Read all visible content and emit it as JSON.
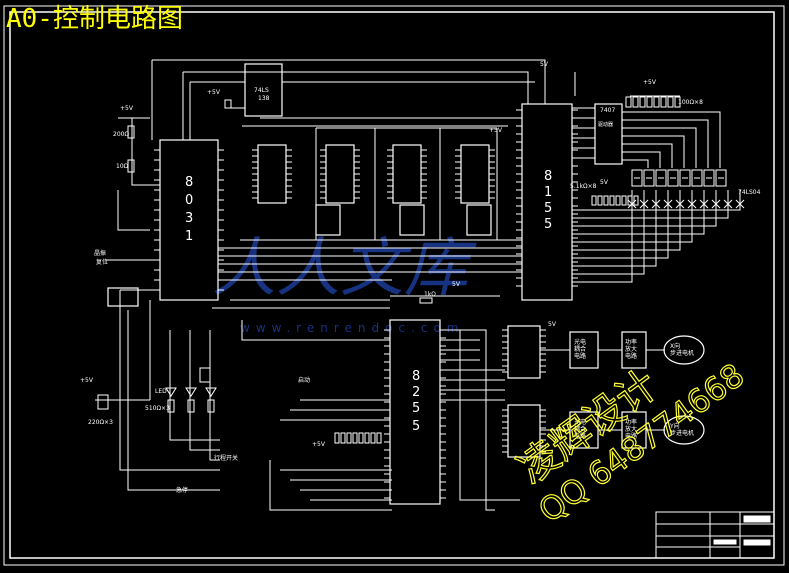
{
  "title": "A0-控制电路图",
  "colors": {
    "wire": "#ffffff",
    "background": "#000000",
    "title": "#ffff00",
    "watermark": "#1c3fa0",
    "stamp": "#ffff33"
  },
  "chips": {
    "cpu": [
      "8",
      "0",
      "3",
      "1"
    ],
    "ppi_8155": [
      "8",
      "1",
      "5",
      "5"
    ],
    "ppi_8255": [
      "8",
      "2",
      "5",
      "5"
    ],
    "decoder": "74LS\n138",
    "driver": "7407",
    "driver_text": "驱动器",
    "segment_driver": "74LS04"
  },
  "labels": {
    "plus5v": "+5V",
    "res_200": "200Ω",
    "res_10": "10Ω",
    "res_1k": "1kΩ",
    "res_100": "100Ω×8",
    "res_5100": "5.1kΩ×8",
    "res_510": "510Ω×3",
    "res_220": "220Ω×3",
    "led": "LED",
    "xtal": "晶振",
    "reset": "复位",
    "sw_start": "启动",
    "sw_stop": "急停",
    "stop_text": "行程开关",
    "opto1": "光电\n耦合\n电路",
    "opto2": "光电\n耦合\n电路",
    "amp1": "功率\n放大\n电路",
    "amp2": "功率\n放大\n电路",
    "motor1": "X向\n步进电机",
    "motor2": "Y向\n步进电机",
    "v5": "5V"
  },
  "stamp": {
    "line1": "凌辉设计",
    "line2": "QQ 648774668"
  },
  "watermark": {
    "big": "人人文库",
    "url": "www.renrendoc.com"
  }
}
